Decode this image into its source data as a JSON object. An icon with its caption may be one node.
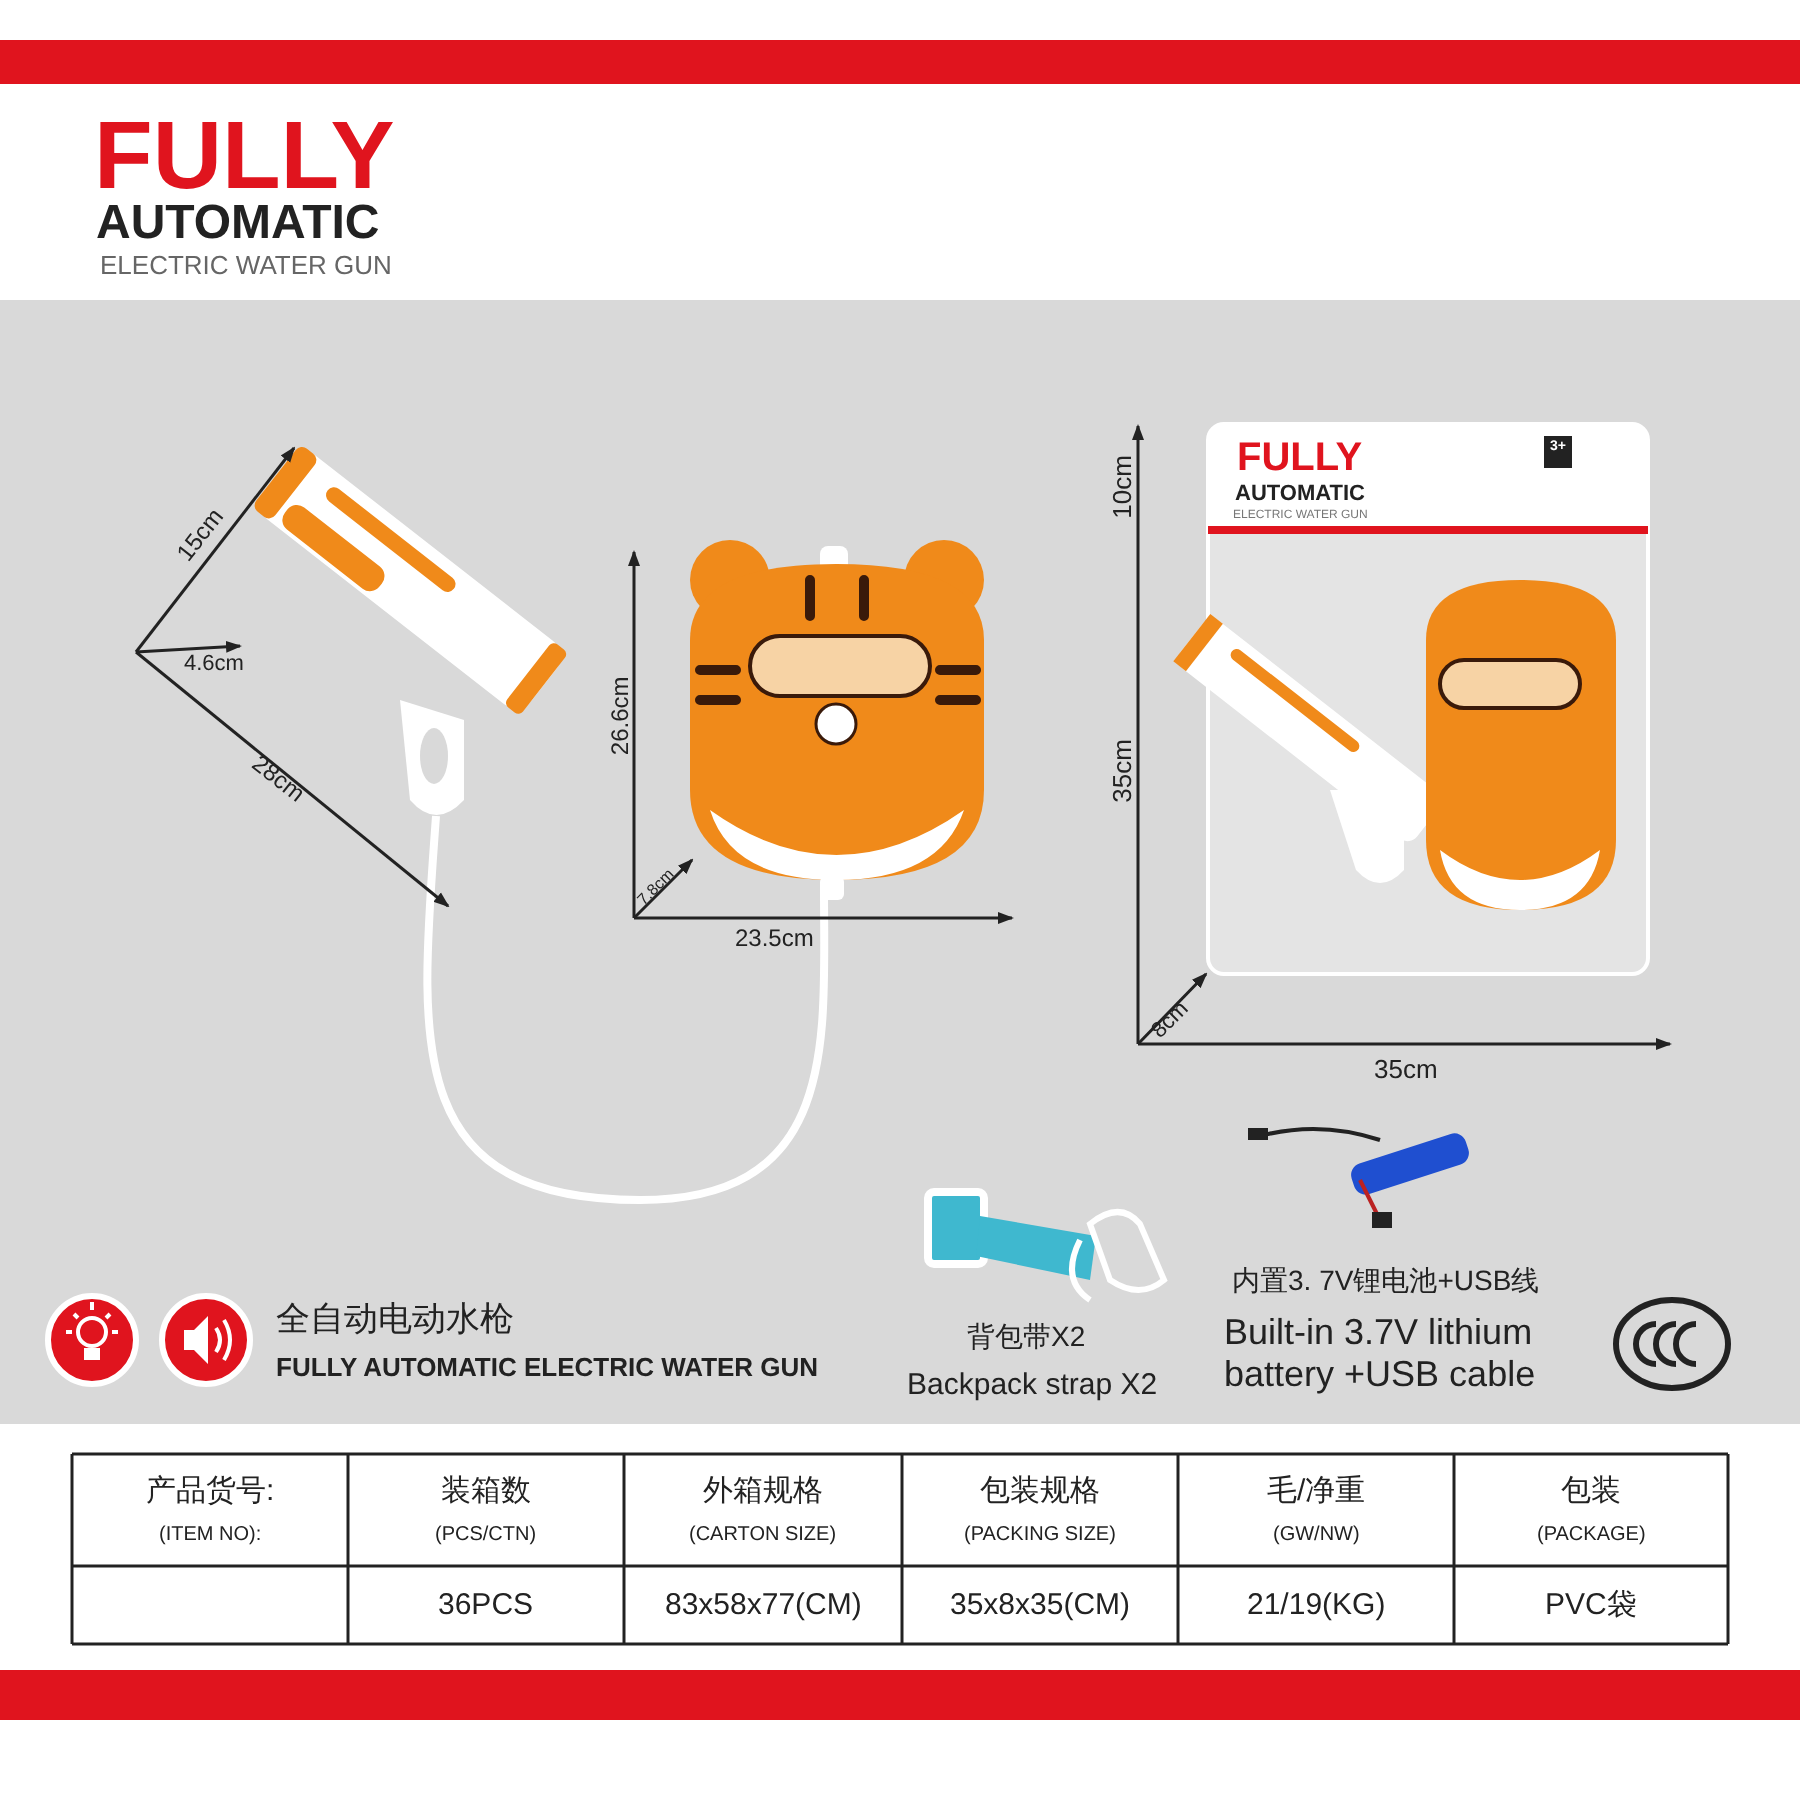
{
  "diagram": {
    "labels": [
      "FULLY",
      "AUTOMATIC",
      "ELECTRIC WATER GUN",
      "15cm",
      "4.6cm",
      "28cm",
      "26.6cm",
      "7.8cm",
      "23.5cm",
      "FULLY",
      "AUTOMATIC",
      "ELECTRIC WATER GUN",
      "3+",
      "10cm",
      "35cm",
      "8cm",
      "35cm",
      "内置3. 7V锂电池+USB线",
      "全自动电动水枪",
      "FULLY AUTOMATIC ELECTRIC WATER GUN",
      "背包带X2",
      "Built-in 3.7V lithium battery +USB cable",
      "Backpack strap X2",
      "产品货号:",
      "(ITEM NO):",
      "装箱数",
      "(PCS/CTN)",
      "外箱规格",
      "(CARTON SIZE)",
      "包装规格",
      "(PACKING SIZE)",
      "毛/净重",
      "(GW/NW)",
      "包装",
      "(PACKAGE)",
      "36PCS",
      "83x58x77(CM)",
      "35x8x35(CM)",
      "21/19(KG)",
      "PVC袋"
    ]
  }
}
